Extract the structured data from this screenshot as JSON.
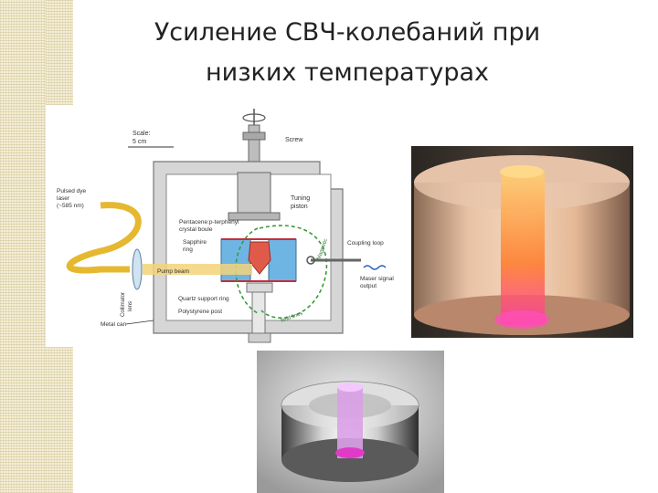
{
  "slide": {
    "title_line1": "Усиление СВЧ-колебаний при",
    "title_line2": "низких температурах"
  },
  "diagram": {
    "labels": {
      "scale": "Scale:",
      "scale_value": "5 cm",
      "screw": "Screw",
      "tuning_piston_1": "Tuning",
      "tuning_piston_2": "piston",
      "pulsed_dye_1": "Pulsed dye",
      "pulsed_dye_2": "laser",
      "pulsed_dye_3": "(~585 nm)",
      "crystal_1": "Pentacene:p-terphenyl",
      "crystal_2": "crystal boule",
      "sapphire_1": "Sapphire",
      "sapphire_2": "ring",
      "pump_beam": "Pump beam",
      "coupling_loop": "Coupling loop",
      "maser_1": "Maser signal",
      "maser_2": "output",
      "collimator_1": "Collimator",
      "collimator_2": "lens",
      "quartz": "Quartz support ring",
      "polystyrene": "Polystyrene post",
      "metal_can": "Metal can",
      "magnetic": "Magnetic",
      "magnetic_field_lines": "field lines"
    }
  }
}
